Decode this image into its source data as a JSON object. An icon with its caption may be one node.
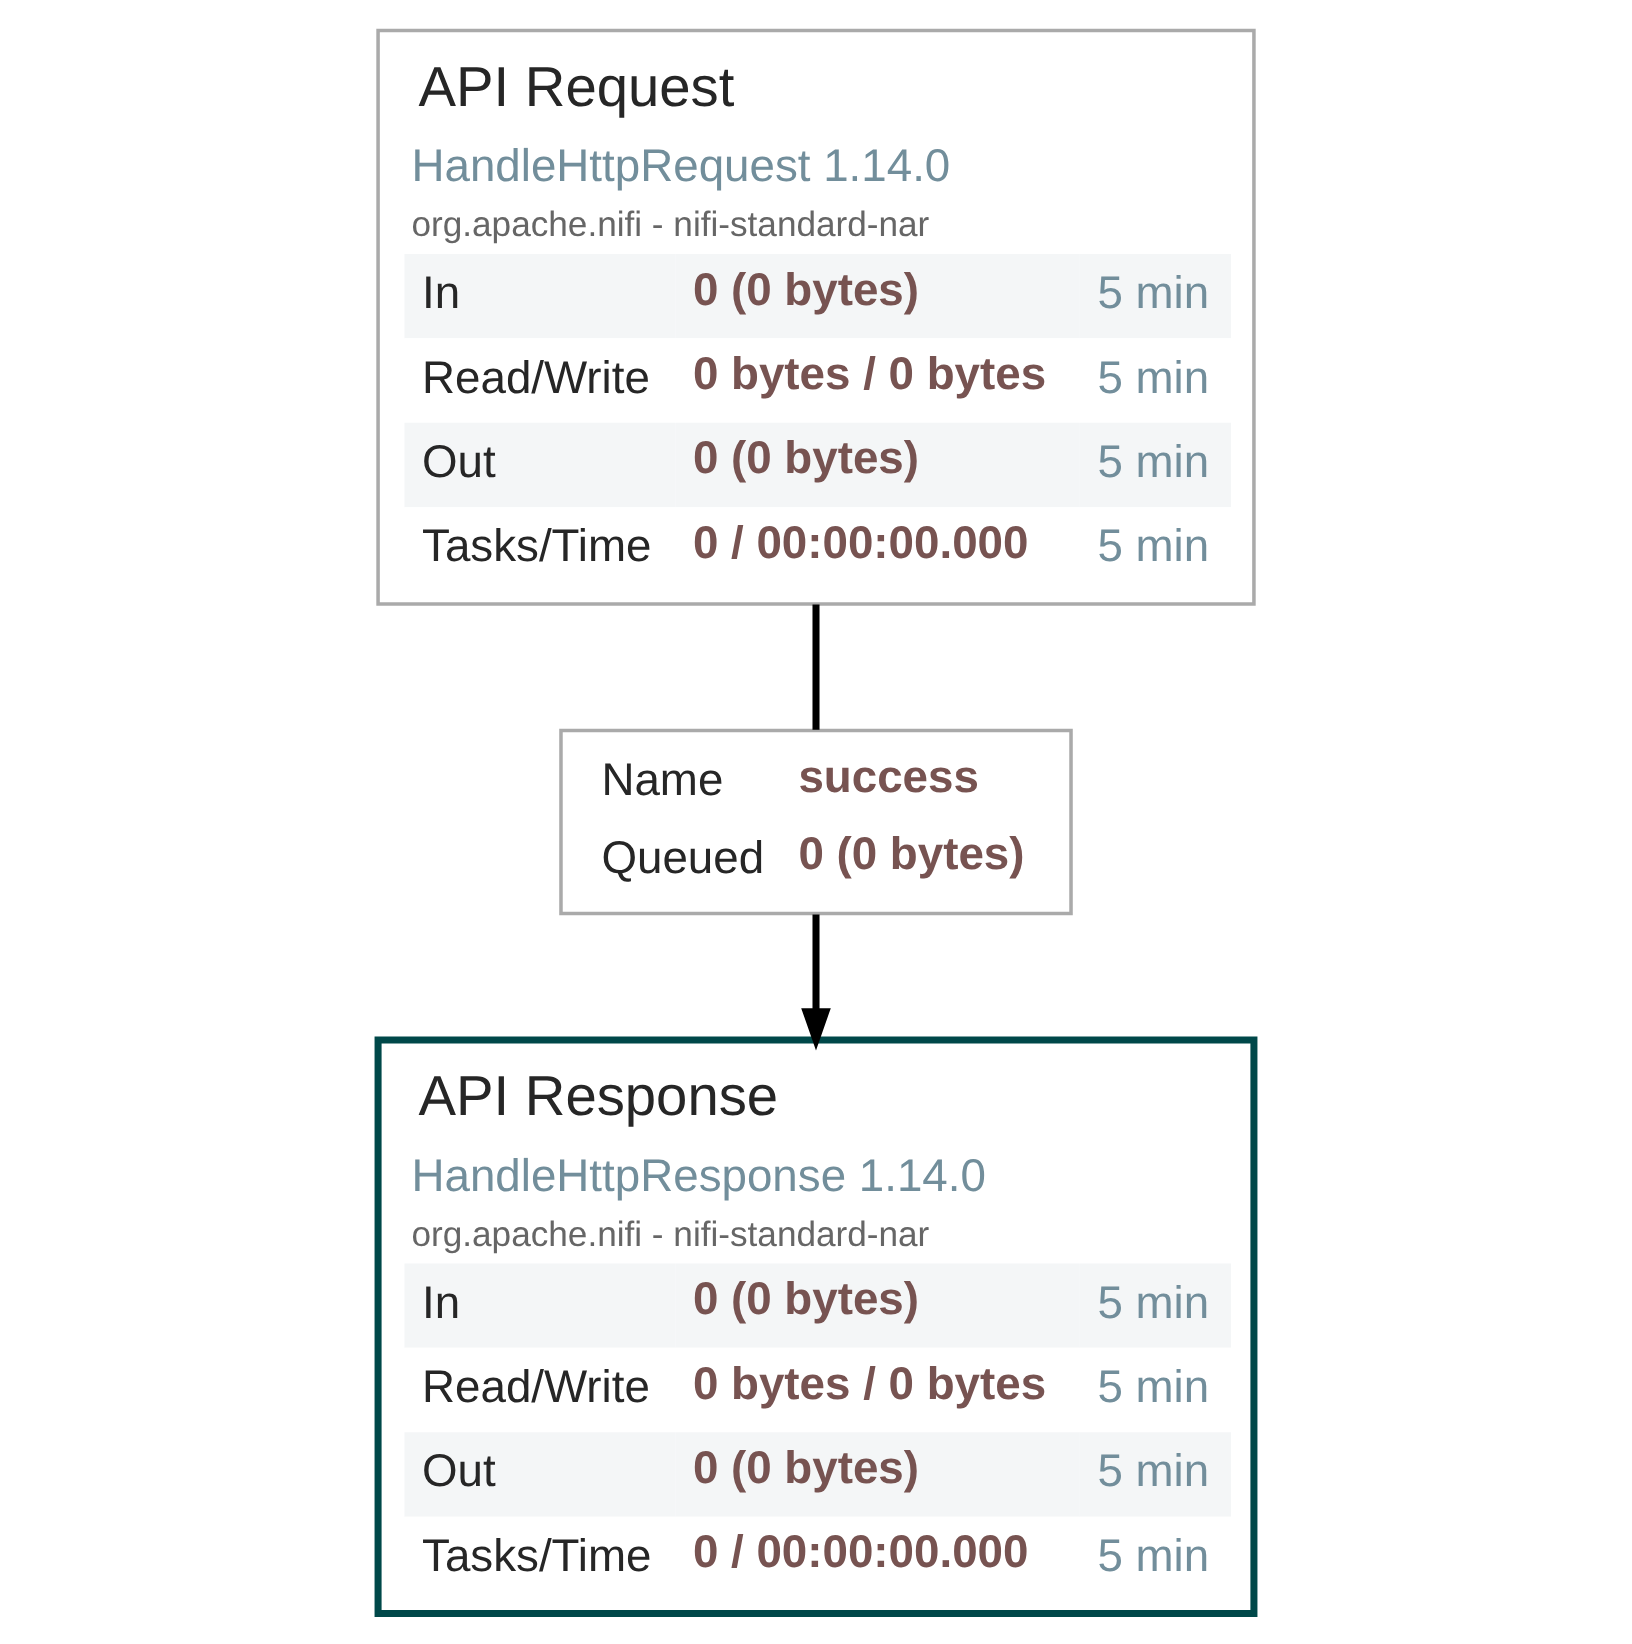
{
  "diagram": {
    "nodes": [
      {
        "text": [
          "API Request",
          "HandleHttpRequest 1.14.0",
          "org.apache.nifi - nifi-standard-nar",
          "In",
          "0 (0 bytes)",
          "5 min",
          "Read/Write",
          "0 bytes / 0 bytes",
          "5 min",
          "Out",
          "0 (0 bytes)",
          "5 min",
          "Tasks/Time",
          "0 / 00:00:00.000",
          "5 min"
        ]
      },
      {
        "text": [
          "API Response",
          "HandleHttpResponse 1.14.0",
          "org.apache.nifi - nifi-standard-nar",
          "In",
          "0 (0 bytes)",
          "5 min",
          "Read/Write",
          "0 bytes / 0 bytes",
          "5 min",
          "Out",
          "0 (0 bytes)",
          "5 min",
          "Tasks/Time",
          "0 / 00:00:00.000",
          "5 min"
        ]
      },
      {
        "text": [
          "Name",
          "success",
          "Queued",
          "0 (0 bytes)"
        ]
      }
    ],
    "edges": [
      {
        "from": 0,
        "to": 2,
        "arrow": "none"
      },
      {
        "from": 2,
        "to": 1,
        "arrow": "to"
      }
    ]
  }
}
